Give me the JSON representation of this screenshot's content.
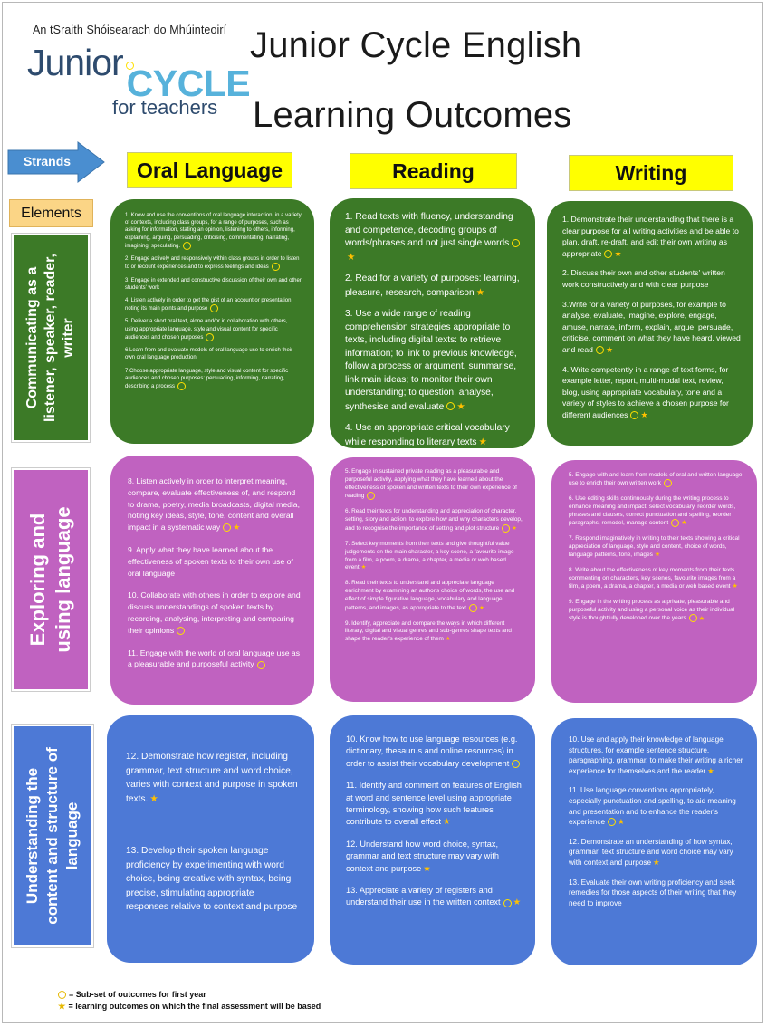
{
  "logo": {
    "irish": "An tSraith Shóisearach do Mhúinteoirí",
    "junior": "Junior",
    "cycle": "CYCLE",
    "teachers": "for teachers"
  },
  "title": {
    "line1": "Junior Cycle English",
    "line2": "Learning Outcomes"
  },
  "strands_label": "Strands",
  "elements_label": "Elements",
  "columns": [
    "Oral Language",
    "Reading",
    "Writing"
  ],
  "rows": [
    {
      "label_line1": "Communicating as a",
      "label_line2": "listener, speaker, reader,",
      "label_line3": "writer",
      "color": "#3c7a27"
    },
    {
      "label_line1": "Exploring and",
      "label_line2": "using language",
      "color": "#c062c0"
    },
    {
      "label_line1": "Understanding the",
      "label_line2": "content and structure of",
      "label_line3": "language",
      "color": "#4d79d6"
    }
  ],
  "cells": {
    "comm_oral": [
      {
        "text": "1. Know and use the conventions of oral language interaction, in a variety of contexts, including class groups, for a range of purposes, such as asking for information, stating an opinion, listening to others, informing, explaining, arguing, persuading, criticising, commentating, narrating, imagining, speculating.",
        "circle": true,
        "star": false
      },
      {
        "text": "2. Engage actively and responsively within class groups in order to listen to or recount experiences and to express feelings and ideas",
        "circle": true,
        "star": false
      },
      {
        "text": "3. Engage in extended and constructive discussion of their own and other students' work",
        "circle": false,
        "star": false
      },
      {
        "text": "4. Listen actively in order to get the gist of an account or presentation noting its main points and purpose",
        "circle": true,
        "star": false
      },
      {
        "text": "5. Deliver a short oral text, alone and/or in collaboration with others, using appropriate language, style and visual content for specific audiences and chosen purposes",
        "circle": true,
        "star": false
      },
      {
        "text": "6.Learn from and evaluate models of oral language use to enrich their own oral language production",
        "circle": false,
        "star": false
      },
      {
        "text": "7.Choose appropriate language, style and visual content for specific audiences and chosen purposes: persuading, informing, narrating, describing a process",
        "circle": true,
        "star": false
      }
    ],
    "comm_reading": [
      {
        "text": "1. Read texts with fluency, understanding and competence, decoding groups of words/phrases and not just single words",
        "circle": true,
        "star": true
      },
      {
        "text": "2. Read for a variety of purposes: learning, pleasure, research, comparison",
        "circle": false,
        "star": true
      },
      {
        "text": "3. Use a wide range of reading comprehension strategies appropriate to texts, including digital texts: to retrieve information; to link to previous knowledge, follow a process or argument, summarise, link main ideas; to monitor their own understanding; to question, analyse, synthesise and evaluate",
        "circle": true,
        "star": true
      },
      {
        "text": "4. Use an appropriate critical vocabulary while responding to literary texts",
        "circle": false,
        "star": true
      }
    ],
    "comm_writing": [
      {
        "text": "1. Demonstrate their understanding that there is a clear purpose for all writing activities and be able to plan, draft, re-draft, and edit their own writing as appropriate",
        "circle": true,
        "star": true
      },
      {
        "text": "2. Discuss their own and other students' written work constructively and with clear purpose",
        "circle": false,
        "star": false
      },
      {
        "text": "3.Write for a variety of purposes, for example to analyse, evaluate, imagine, explore, engage, amuse, narrate, inform, explain, argue, persuade, criticise, comment on what they have heard, viewed and read",
        "circle": true,
        "star": true
      },
      {
        "text": "4. Write competently in a range of text forms, for example letter, report, multi-modal text, review, blog, using appropriate vocabulary, tone and a variety of styles to achieve a chosen purpose for different audiences",
        "circle": true,
        "star": true
      }
    ],
    "expl_oral": [
      {
        "text": "8. Listen actively in order to interpret meaning, compare, evaluate effectiveness of, and respond to drama, poetry, media broadcasts, digital media, noting key ideas, style, tone, content and overall impact in a systematic way",
        "circle": true,
        "star": true
      },
      {
        "text": "9. Apply what they have learned about the effectiveness of spoken texts to their own use of oral language",
        "circle": false,
        "star": false
      },
      {
        "text": "10. Collaborate with others in order to explore and discuss understandings of spoken texts by recording, analysing, interpreting and comparing their opinions",
        "circle": true,
        "star": false
      },
      {
        "text": "11. Engage with the world of oral language use as a pleasurable and purposeful activity",
        "circle": true,
        "star": false
      }
    ],
    "expl_reading": [
      {
        "text": "5. Engage in sustained private reading as a pleasurable and purposeful activity, applying what they have learned about the effectiveness of spoken and written texts to their own experience of reading",
        "circle": true,
        "star": false
      },
      {
        "text": "6. Read their texts for understanding and appreciation of character, setting, story and action: to explore how and why characters develop, and to recognise the importance of setting and plot structure",
        "circle": true,
        "star": true
      },
      {
        "text": "7. Select key moments from their texts and give thoughtful value judgements on the main character, a key scene, a favourite image from a film, a poem, a drama, a chapter, a media or web based event",
        "circle": false,
        "star": true
      },
      {
        "text": "8. Read their texts to understand and appreciate language enrichment by examining an author's choice of words, the use and effect of simple figurative language, vocabulary and language patterns, and images, as appropriate to the text",
        "circle": true,
        "star": true
      },
      {
        "text": "9. Identify, appreciate and compare the ways in which different literary, digital and visual genres and sub-genres shape texts and shape the reader's experience of them",
        "circle": false,
        "star": true
      }
    ],
    "expl_writing": [
      {
        "text": "5. Engage with and learn from models of oral and written language use to enrich their own written work",
        "circle": true,
        "star": false
      },
      {
        "text": "6. Use editing skills continuously during the writing process to enhance meaning and impact: select vocabulary, reorder words, phrases and clauses, correct punctuation and spelling, reorder paragraphs, remodel, manage content",
        "circle": true,
        "star": true
      },
      {
        "text": "7. Respond imaginatively in writing to their texts showing a critical appreciation of language, style and content, choice of words, language patterns, tone, images",
        "circle": false,
        "star": true
      },
      {
        "text": "8. Write about the effectiveness of key moments from their texts commenting on characters, key scenes, favourite images from a film, a poem, a drama, a chapter, a media or web based event",
        "circle": false,
        "star": true
      },
      {
        "text": "9. Engage in the writing process as a private, pleasurable and purposeful activity and using a personal voice as their individual style is thoughtfully developed over the years",
        "circle": true,
        "star": true
      }
    ],
    "under_oral": [
      {
        "text": "12. Demonstrate how register, including grammar, text structure and word choice, varies with context and purpose in spoken texts.",
        "circle": false,
        "star": true
      },
      {
        "text": "13. Develop their spoken language proficiency by experimenting with word choice, being precise, stimulating appropriate responses relative to context and purpose",
        "circle": false,
        "star": false,
        "display": "13. Develop their spoken language proficiency by experimenting with word choice, being creative with syntax, being precise, stimulating appropriate responses relative to context and purpose"
      }
    ],
    "under_reading": [
      {
        "text": "10. Know how to use language resources (e.g. dictionary, thesaurus and online resources) in order to assist their vocabulary development",
        "circle": true,
        "star": false
      },
      {
        "text": "11. Identify and comment on features of English at word and sentence level using appropriate terminology, showing how such features contribute to overall effect",
        "circle": false,
        "star": true
      },
      {
        "text": "12. Understand how word choice, syntax, grammar and text structure may vary with context and purpose",
        "circle": false,
        "star": true
      },
      {
        "text": "13. Appreciate a variety of registers and understand their use in the written context",
        "circle": true,
        "star": true
      }
    ],
    "under_writing": [
      {
        "text": "10. Use and apply their knowledge of language structures, for example sentence structure, paragraphing, grammar, to make their writing a richer experience for themselves and the reader",
        "circle": false,
        "star": true
      },
      {
        "text": "11. Use language conventions appropriately, especially punctuation and spelling, to aid meaning and presentation and to enhance the reader's experience",
        "circle": true,
        "star": true
      },
      {
        "text": "12. Demonstrate an understanding of how syntax, grammar, text structure and word choice may vary with context and purpose",
        "circle": false,
        "star": true
      },
      {
        "text": "13. Evaluate their own writing proficiency and seek remedies for those aspects of their writing that they need to improve",
        "circle": false,
        "star": false
      }
    ]
  },
  "legend": {
    "circle_text": "= Sub-set of outcomes for first year",
    "star_text": "= learning outcomes on which the final assessment will be based"
  },
  "colors": {
    "header_yellow": "#ffff00",
    "elements_orange": "#fbd586",
    "arrow_blue": "#4a8ed0",
    "circle_marker": "#ffe000",
    "star_marker": "#ffc000"
  }
}
